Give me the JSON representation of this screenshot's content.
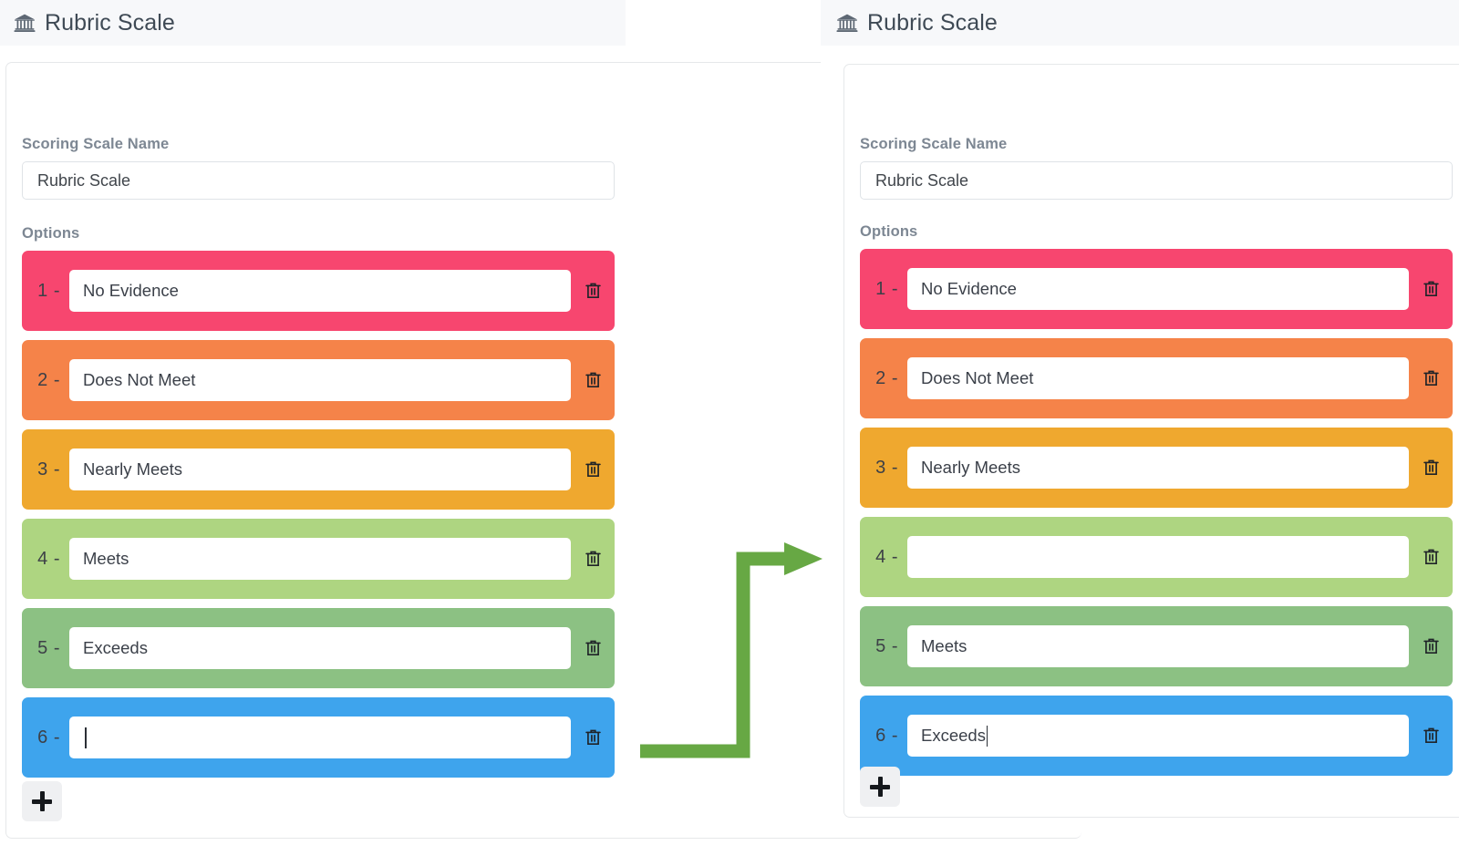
{
  "colors": {
    "level1": "#f7466f",
    "level2": "#f58349",
    "level3": "#efa82f",
    "level4": "#aed581",
    "level5": "#8cc183",
    "level6": "#3ea4ed",
    "arrow": "#67a844",
    "header_bg": "#f7f8fa",
    "add_button_bg": "#eff0f2"
  },
  "panels": [
    {
      "id": "before",
      "header": {
        "icon": "bank-icon",
        "title": "Rubric Scale"
      },
      "form": {
        "name_label": "Scoring Scale Name",
        "name_value": "Rubric Scale",
        "name_placeholder": "Scoring Scale Name",
        "options_label": "Options"
      },
      "options": [
        {
          "number": "1 -",
          "value": "No Evidence",
          "color": "#f7466f",
          "caret": false
        },
        {
          "number": "2 -",
          "value": "Does Not Meet",
          "color": "#f58349",
          "caret": false
        },
        {
          "number": "3 -",
          "value": "Nearly Meets",
          "color": "#efa82f",
          "caret": false
        },
        {
          "number": "4 -",
          "value": "Meets",
          "color": "#aed581",
          "caret": false
        },
        {
          "number": "5 -",
          "value": "Exceeds",
          "color": "#8cc183",
          "caret": false
        },
        {
          "number": "6 -",
          "value": "",
          "color": "#3ea4ed",
          "caret": true
        }
      ],
      "add_button_label": "+"
    },
    {
      "id": "after",
      "header": {
        "icon": "bank-icon",
        "title": "Rubric Scale"
      },
      "form": {
        "name_label": "Scoring Scale Name",
        "name_value": "Rubric Scale",
        "name_placeholder": "Scoring Scale Name",
        "options_label": "Options"
      },
      "options": [
        {
          "number": "1 -",
          "value": "No Evidence",
          "color": "#f7466f",
          "caret": false
        },
        {
          "number": "2 -",
          "value": "Does Not Meet",
          "color": "#f58349",
          "caret": false
        },
        {
          "number": "3 -",
          "value": "Nearly Meets",
          "color": "#efa82f",
          "caret": false
        },
        {
          "number": "4 -",
          "value": "",
          "color": "#aed581",
          "caret": false
        },
        {
          "number": "5 -",
          "value": "Meets",
          "color": "#8cc183",
          "caret": false
        },
        {
          "number": "6 -",
          "value": "Exceeds",
          "color": "#3ea4ed",
          "caret": true
        }
      ],
      "add_button_label": "+"
    }
  ],
  "annotation": {
    "type": "elbow-arrow",
    "direction": "left-panel-to-right-panel",
    "color": "#67a844"
  }
}
